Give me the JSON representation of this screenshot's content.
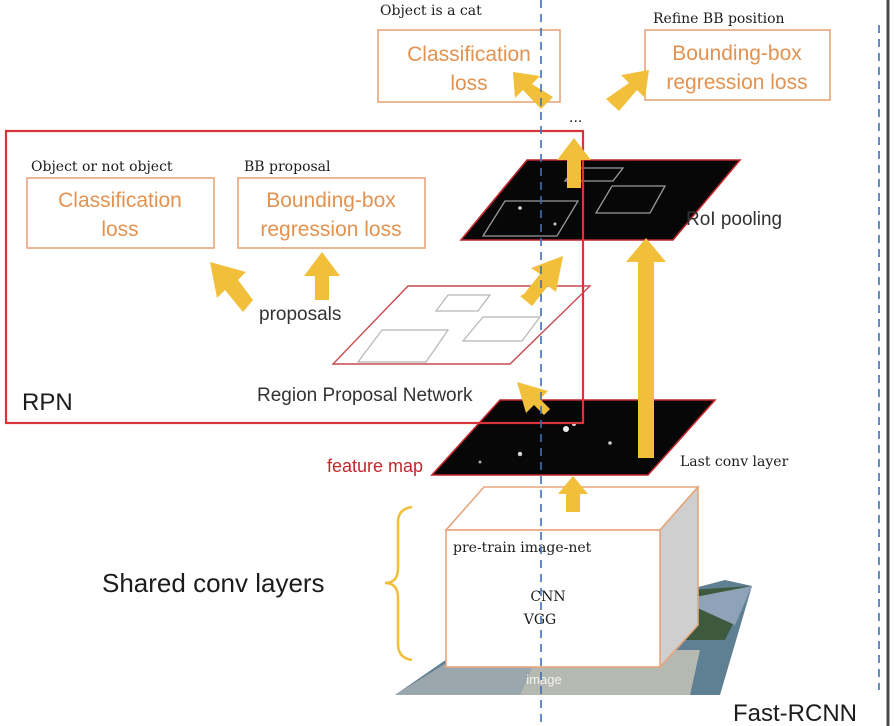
{
  "colors": {
    "accent_orange": "#e3924f",
    "box_border": "#e7a57c",
    "arrow_yellow": "#f2bf3b",
    "rpn_red": "#d6353c",
    "dashed_blue": "#3f6fb3",
    "feature_fill": "#070707",
    "text_dark": "#1c1c1c"
  },
  "top": {
    "cls_caption": "Object is a cat",
    "cls_line1": "Classification",
    "cls_line2": "loss",
    "reg_caption": "Refine BB position",
    "reg_line1": "Bounding-box",
    "reg_line2": "regression loss",
    "ellipsis": "..."
  },
  "rpn": {
    "label": "RPN",
    "cls_caption": "Object or not object",
    "cls_line1": "Classification",
    "cls_line2": "loss",
    "reg_caption": "BB proposal",
    "reg_line1": "Bounding-box",
    "reg_line2": "regression loss",
    "proposals": "proposals",
    "network": "Region Proposal Network"
  },
  "roi_pooling": "RoI pooling",
  "feature_map": "feature map",
  "last_conv": "Last conv layer",
  "backbone": {
    "pretrain": "pre-train image-net",
    "cnn": "CNN",
    "vgg": "VGG",
    "image": "image"
  },
  "shared": "Shared conv layers",
  "fast_rcnn": "Fast-RCNN"
}
